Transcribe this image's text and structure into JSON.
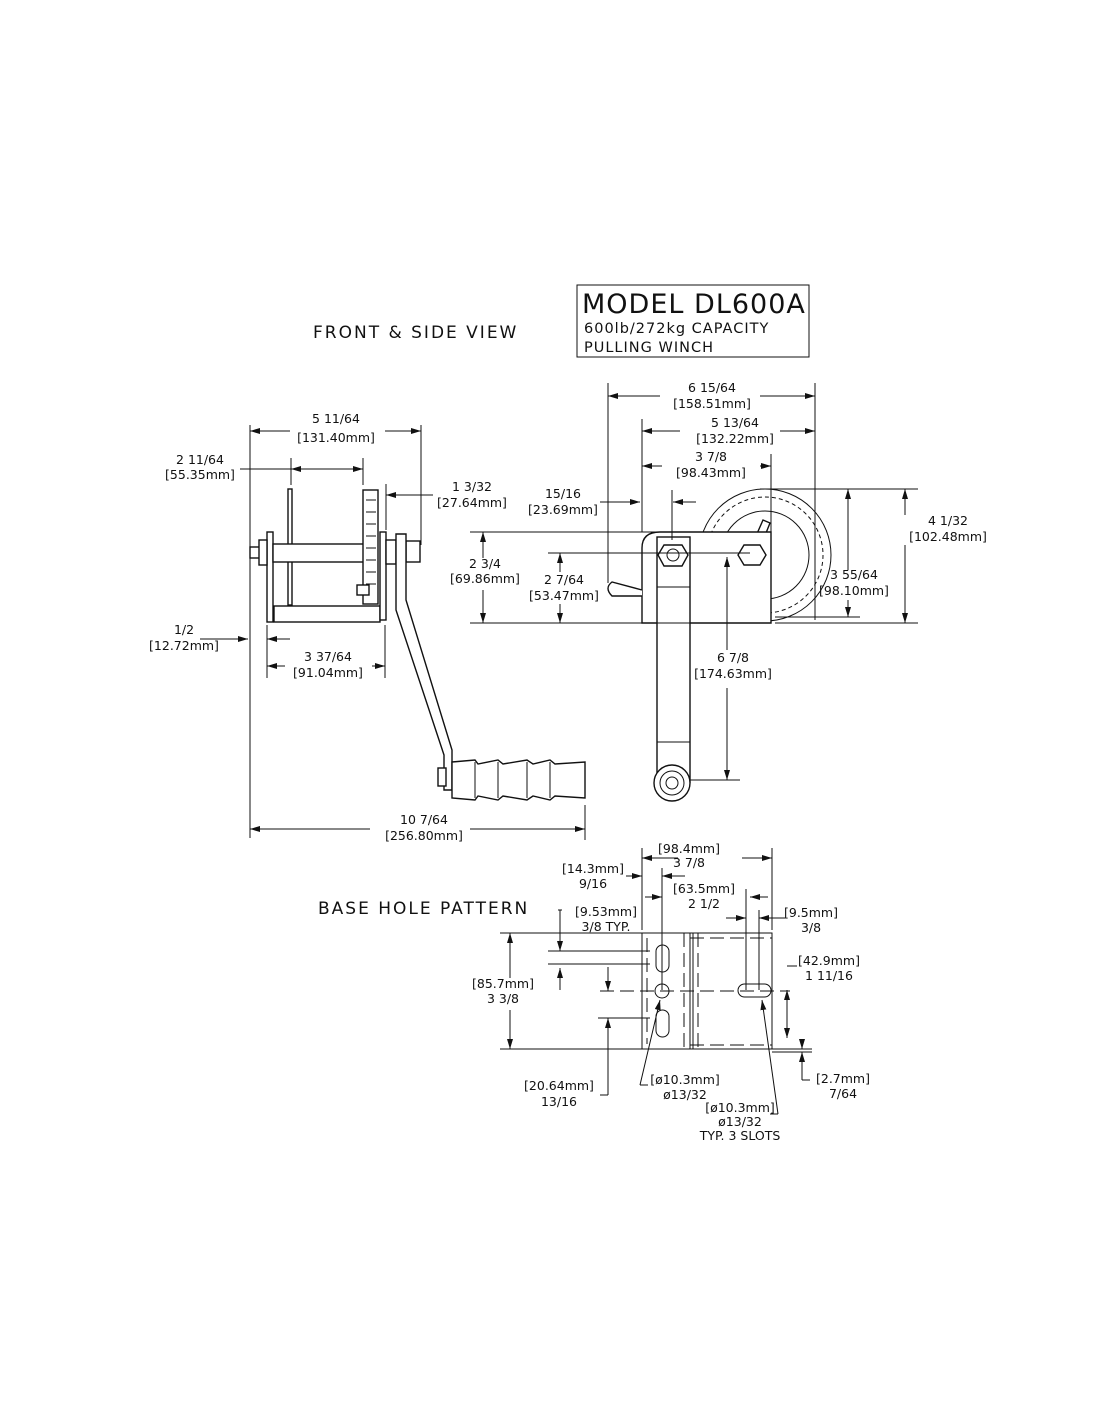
{
  "titles": {
    "front_side": "FRONT & SIDE VIEW",
    "base_pattern": "BASE HOLE PATTERN"
  },
  "model_box": {
    "model": "MODEL DL600A",
    "capacity": "600lb/272kg CAPACITY",
    "type": "PULLING WINCH"
  },
  "dims": {
    "w_overall_side": [
      "5 11/64",
      "[131.40mm]"
    ],
    "drum_width": [
      "2 11/64",
      "[55.35mm]"
    ],
    "crank_offset": [
      "1 3/32",
      "[27.64mm]"
    ],
    "pawl_offset": [
      "15/16",
      "[23.69mm]"
    ],
    "axle_height": [
      "2 3/4",
      "[69.86mm]"
    ],
    "bolt_height": [
      "2 7/64",
      "[53.47mm]"
    ],
    "base_offset": [
      "1/2",
      "[12.72mm]"
    ],
    "base_width": [
      "3 37/64",
      "[91.04mm]"
    ],
    "overall_width": [
      "10 7/64",
      "[256.80mm]"
    ],
    "front_overall": [
      "6 15/64",
      "[158.51mm]"
    ],
    "front_frame": [
      "5 13/64",
      "[132.22mm]"
    ],
    "front_base": [
      "3 7/8",
      "[98.43mm]"
    ],
    "overall_height": [
      "4 1/32",
      "[102.48mm]"
    ],
    "gear_height": [
      "3 55/64",
      "[98.10mm]"
    ],
    "crank_length": [
      "6 7/8",
      "[174.63mm]"
    ]
  },
  "base_dims": {
    "width": [
      "[98.4mm]",
      "3 7/8"
    ],
    "edge_to_hole": [
      "[14.3mm]",
      "9/16"
    ],
    "hole_spacing": [
      "[63.5mm]",
      "2 1/2"
    ],
    "slot_length": [
      "[9.53mm]",
      "3/8 TYP."
    ],
    "slot_right": [
      "[9.5mm]",
      "3/8"
    ],
    "right_slot_height": [
      "[42.9mm]",
      "1 11/16"
    ],
    "base_depth": [
      "[85.7mm]",
      "3 3/8"
    ],
    "lower_slot": [
      "[20.64mm]",
      "13/16"
    ],
    "hole_dia": [
      "[ø10.3mm]",
      "ø13/32"
    ],
    "slot_dia": [
      "[ø10.3mm]",
      "ø13/32",
      "TYP. 3 SLOTS"
    ],
    "thickness": [
      "[2.7mm]",
      "7/64"
    ]
  }
}
